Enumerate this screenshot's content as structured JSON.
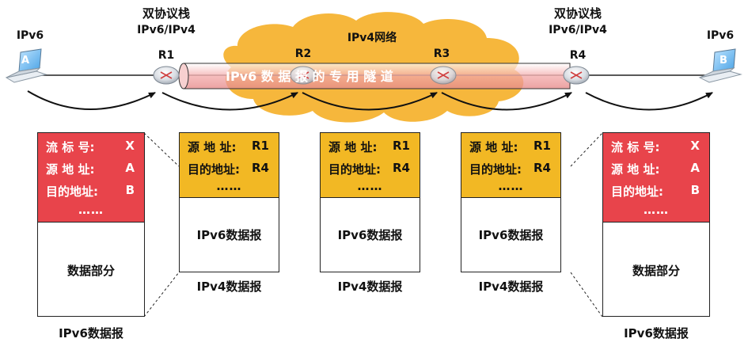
{
  "top": {
    "left_host": "IPv6",
    "right_host": "IPv6",
    "left_stack_title": "双协议栈",
    "left_stack_sub": "IPv6/IPv4",
    "right_stack_title": "双协议栈",
    "right_stack_sub": "IPv6/IPv4",
    "cloud_label": "IPv4网络",
    "tunnel_label": "IPv6 数 据 报 的 专 用 隧 道",
    "host_a": "A",
    "host_b": "B",
    "routers": [
      "R1",
      "R2",
      "R3",
      "R4"
    ]
  },
  "colors": {
    "header_orange": "#f2b824",
    "header_red": "#e8444b",
    "cloud": "#f6b73c",
    "tunnel": "#f3b6b6"
  },
  "packets": {
    "left": {
      "fields": [
        {
          "key": "流 标 号:",
          "val": "X"
        },
        {
          "key": "源 地 址:",
          "val": "A"
        },
        {
          "key": "目的地址:",
          "val": "B"
        }
      ],
      "dots": "……",
      "body": "数据部分",
      "caption": "IPv6数据报"
    },
    "tunnel": [
      {
        "fields": [
          {
            "key": "源 地 址:",
            "val": "R1"
          },
          {
            "key": "目的地址:",
            "val": "R4"
          }
        ],
        "dots": "……",
        "inner": "IPv6数据报",
        "caption": "IPv4数据报"
      },
      {
        "fields": [
          {
            "key": "源 地 址:",
            "val": "R1"
          },
          {
            "key": "目的地址:",
            "val": "R4"
          }
        ],
        "dots": "……",
        "inner": "IPv6数据报",
        "caption": "IPv4数据报"
      },
      {
        "fields": [
          {
            "key": "源 地 址:",
            "val": "R1"
          },
          {
            "key": "目的地址:",
            "val": "R4"
          }
        ],
        "dots": "……",
        "inner": "IPv6数据报",
        "caption": "IPv4数据报"
      }
    ],
    "right": {
      "fields": [
        {
          "key": "流 标 号:",
          "val": "X"
        },
        {
          "key": "源 地 址:",
          "val": "A"
        },
        {
          "key": "目的地址:",
          "val": "B"
        }
      ],
      "dots": "……",
      "body": "数据部分",
      "caption": "IPv6数据报"
    }
  }
}
